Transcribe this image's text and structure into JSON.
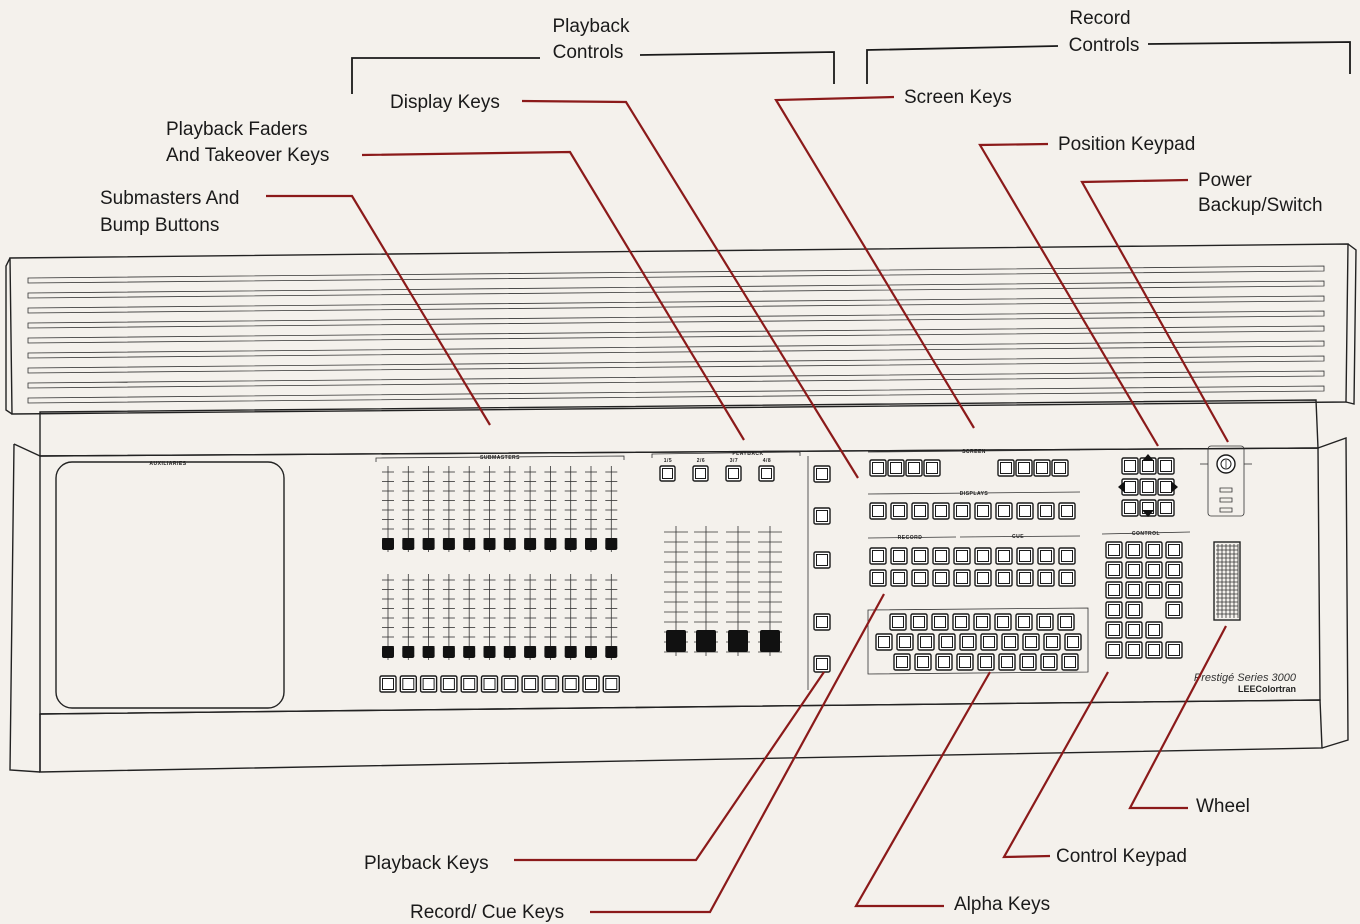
{
  "callouts": {
    "playback_controls": [
      "Playback",
      "Controls"
    ],
    "record_controls": [
      "Record",
      "Controls"
    ],
    "display_keys": "Display Keys",
    "screen_keys": "Screen Keys",
    "playback_faders": [
      "Playback Faders",
      "And Takeover Keys"
    ],
    "position_keypad": "Position  Keypad",
    "submasters": [
      "Submasters And",
      "Bump Buttons"
    ],
    "power": [
      "Power",
      "Backup/Switch"
    ],
    "wheel": "Wheel",
    "playback_keys": "Playback Keys",
    "control_keypad": "Control Keypad",
    "record_cue_keys": "Record/ Cue Keys",
    "alpha_keys": "Alpha Keys"
  },
  "panel_labels": {
    "auxiliaries": "AUXILIARIES",
    "submasters": "SUBMASTERS",
    "playback": "PLAYBACK",
    "screen": "SCREEN",
    "displays": "DISPLAYS",
    "record": "RECORD",
    "cue": "CUE",
    "control": "CONTROL",
    "playback_keys": [
      "1/5",
      "2/6",
      "3/7",
      "4/8"
    ]
  },
  "brand": {
    "series": "Prestigé Series 3000",
    "maker": "LEEColortran"
  },
  "colors": {
    "leader": "#8b1a1a",
    "ink": "#1a1a1a",
    "paper": "#f4f1ec"
  }
}
